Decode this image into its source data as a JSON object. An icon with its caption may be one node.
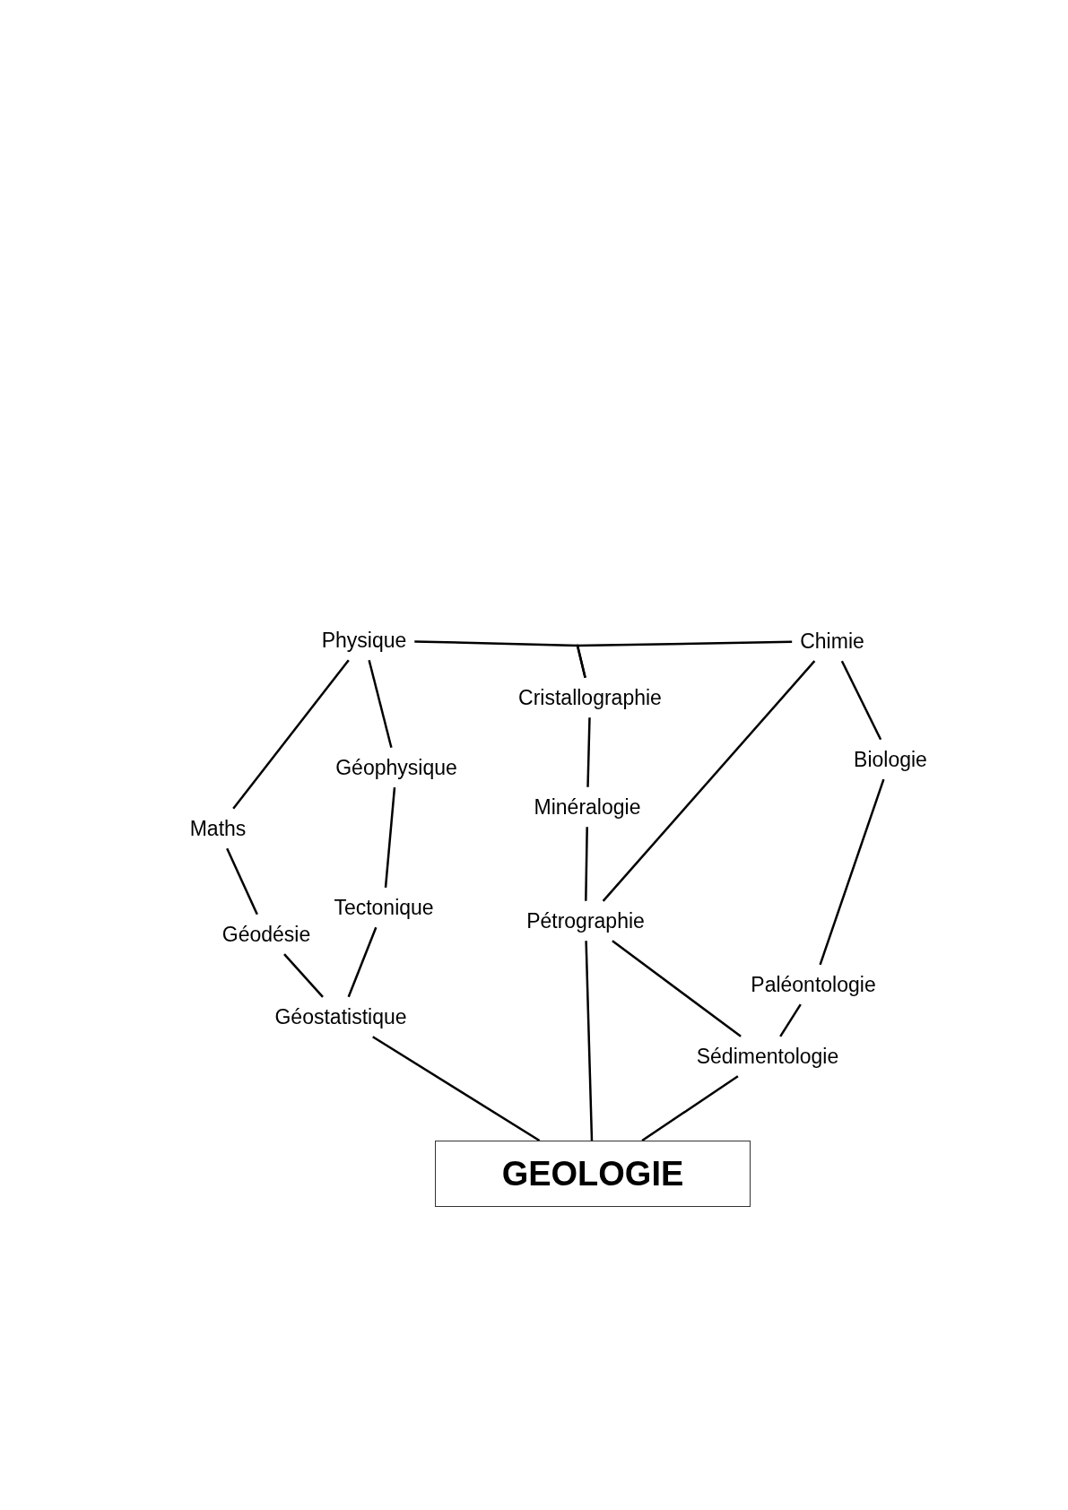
{
  "diagram": {
    "nodes": [
      {
        "text": [
          "Physique"
        ]
      },
      {
        "text": [
          "Chimie"
        ]
      },
      {
        "text": [
          "Cristallographie"
        ]
      },
      {
        "text": [
          "Géophysique"
        ]
      },
      {
        "text": [
          "Biologie"
        ]
      },
      {
        "text": [
          "Maths"
        ]
      },
      {
        "text": [
          "Minéralogie"
        ]
      },
      {
        "text": [
          "Tectonique"
        ]
      },
      {
        "text": [
          "Pétrographie"
        ]
      },
      {
        "text": [
          "Géodésie"
        ]
      },
      {
        "text": [
          "Géostatistique"
        ]
      },
      {
        "text": [
          "Paléontologie"
        ]
      },
      {
        "text": [
          "Sédimentologie"
        ]
      },
      {
        "text": [
          "GEOLOGIE"
        ]
      }
    ],
    "edges": [
      {
        "from": 0,
        "to": 2,
        "arrow": "none"
      },
      {
        "from": 1,
        "to": 2,
        "arrow": "none"
      },
      {
        "from": 0,
        "to": 5,
        "arrow": "none"
      },
      {
        "from": 0,
        "to": 3,
        "arrow": "none"
      },
      {
        "from": 3,
        "to": 7,
        "arrow": "none"
      },
      {
        "from": 7,
        "to": 10,
        "arrow": "none"
      },
      {
        "from": 5,
        "to": 9,
        "arrow": "none"
      },
      {
        "from": 9,
        "to": 10,
        "arrow": "none"
      },
      {
        "from": 10,
        "to": 13,
        "arrow": "none"
      },
      {
        "from": 2,
        "to": 6,
        "arrow": "none"
      },
      {
        "from": 6,
        "to": 8,
        "arrow": "none"
      },
      {
        "from": 8,
        "to": 13,
        "arrow": "none"
      },
      {
        "from": 8,
        "to": 12,
        "arrow": "none"
      },
      {
        "from": 1,
        "to": 8,
        "arrow": "none"
      },
      {
        "from": 1,
        "to": 4,
        "arrow": "none"
      },
      {
        "from": 4,
        "to": 11,
        "arrow": "none"
      },
      {
        "from": 11,
        "to": 12,
        "arrow": "none"
      },
      {
        "from": 12,
        "to": 13,
        "arrow": "none"
      }
    ]
  }
}
